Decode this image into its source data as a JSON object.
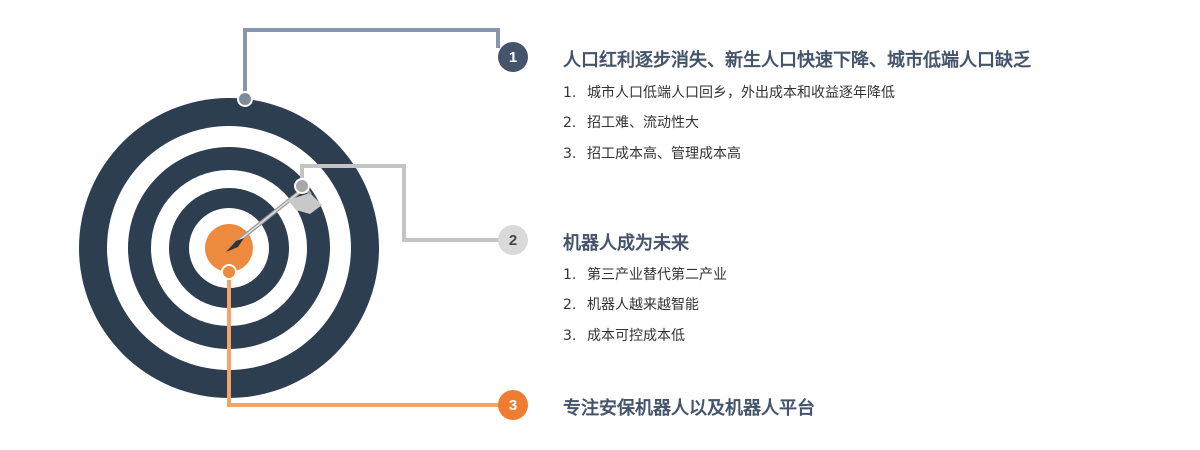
{
  "colors": {
    "dark": "#2d3e50",
    "orange": "#ee8a3e",
    "gray": "#bfbfbf",
    "slate": "#8596ad",
    "title": "#44546a"
  },
  "sections": [
    {
      "number": "1",
      "title": "人口红利逐步消失、新生人口快速下降、城市低端人口缺乏",
      "items": [
        {
          "num": "1.",
          "text": "城市人口低端人口回乡，外出成本和收益逐年降低"
        },
        {
          "num": "2.",
          "text": "招工难、流动性大"
        },
        {
          "num": "3.",
          "text": "招工成本高、管理成本高"
        }
      ]
    },
    {
      "number": "2",
      "title": "机器人成为未来",
      "items": [
        {
          "num": "1.",
          "text": "第三产业替代第二产业"
        },
        {
          "num": "2.",
          "text": "机器人越来越智能"
        },
        {
          "num": "3.",
          "text": "成本可控成本低"
        }
      ]
    },
    {
      "number": "3",
      "title": "专注安保机器人以及机器人平台",
      "items": []
    }
  ]
}
